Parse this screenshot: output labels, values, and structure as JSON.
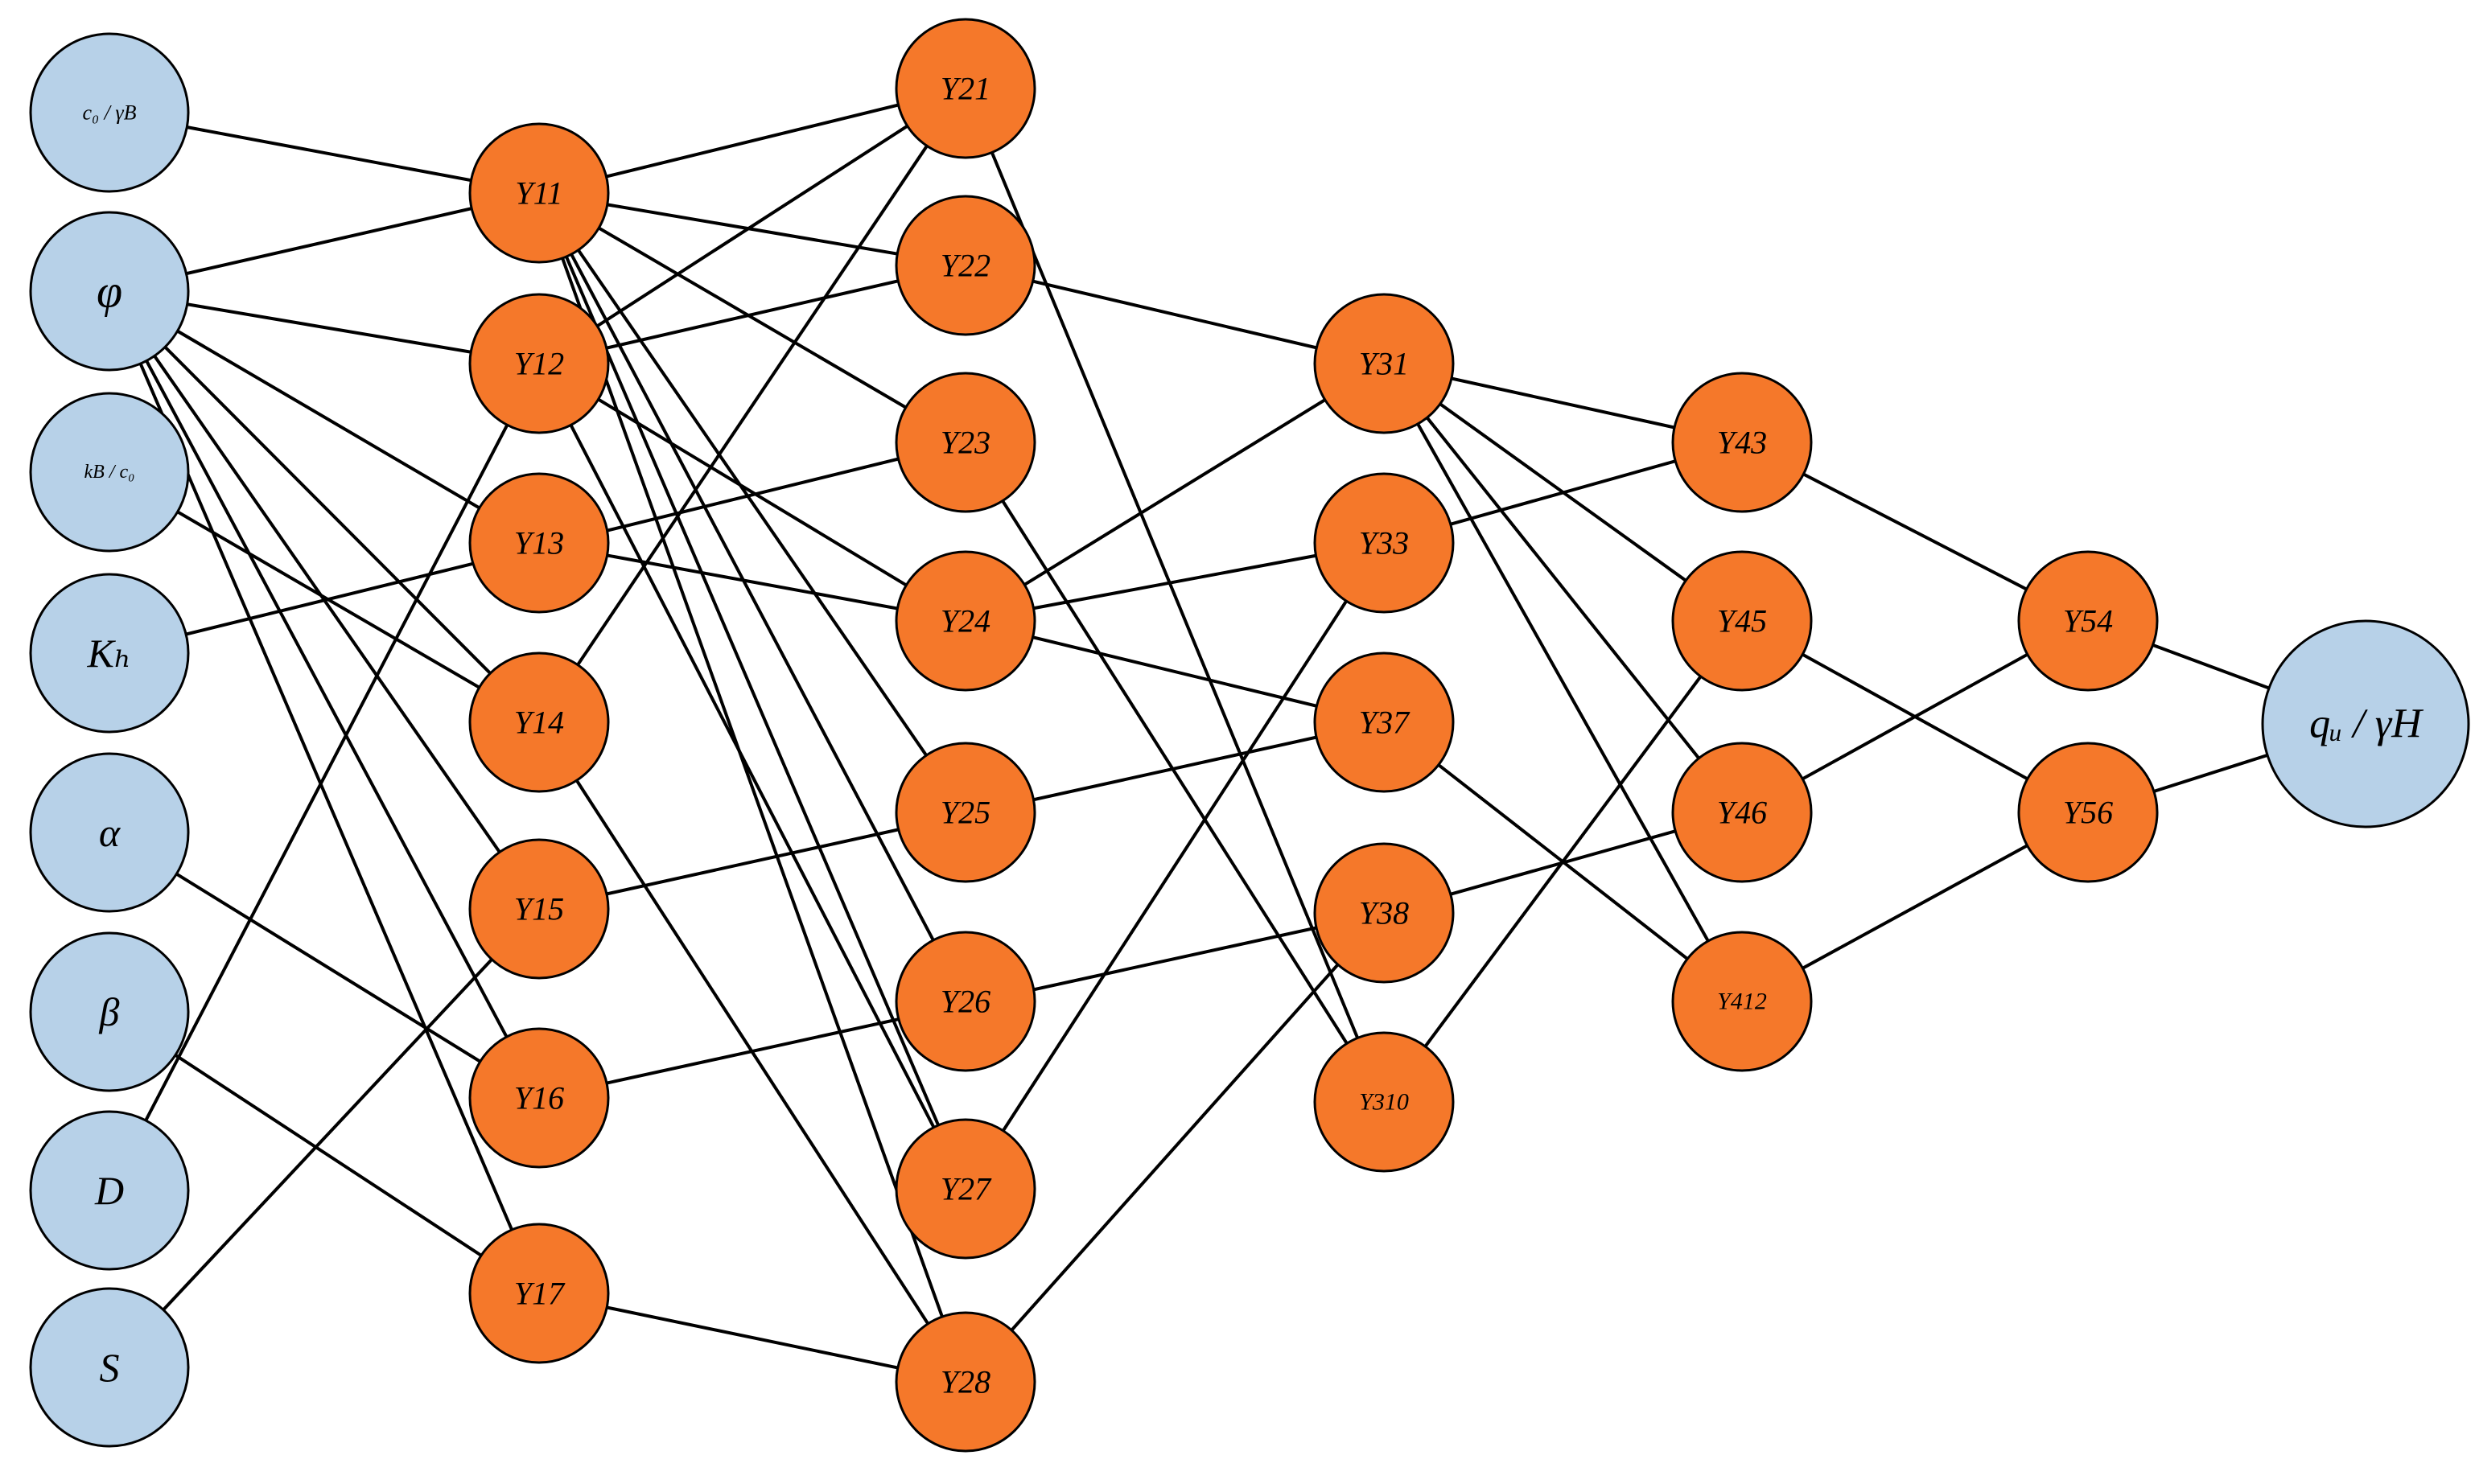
{
  "input_nodes": [
    {
      "id": "c0_gammaB",
      "label": "c₀ / γB"
    },
    {
      "id": "phi",
      "label": "φ"
    },
    {
      "id": "kB_c0",
      "label": "kB / c₀"
    },
    {
      "id": "Kh",
      "label": "Kₕ"
    },
    {
      "id": "alpha",
      "label": "α"
    },
    {
      "id": "beta",
      "label": "β"
    },
    {
      "id": "D",
      "label": "D"
    },
    {
      "id": "S",
      "label": "S"
    }
  ],
  "hidden_layers": [
    {
      "id": "layer1",
      "nodes": [
        "Y11",
        "Y12",
        "Y13",
        "Y14",
        "Y15",
        "Y16",
        "Y17"
      ]
    },
    {
      "id": "layer2",
      "nodes": [
        "Y21",
        "Y22",
        "Y23",
        "Y24",
        "Y25",
        "Y26",
        "Y27",
        "Y28"
      ]
    },
    {
      "id": "layer3",
      "nodes": [
        "Y31",
        "Y33",
        "Y37",
        "Y38",
        "Y310"
      ]
    },
    {
      "id": "layer4",
      "nodes": [
        "Y43",
        "Y45",
        "Y46",
        "Y412"
      ]
    },
    {
      "id": "layer5",
      "nodes": [
        "Y54",
        "Y56"
      ]
    }
  ],
  "output_node": {
    "id": "qu_gammaH",
    "label": "qᵤ / γH"
  },
  "colors": {
    "input": "#b7d1e8",
    "hidden": "#f5782a",
    "line": "#000000"
  },
  "edges": [
    [
      "c0_gammaB",
      "Y11"
    ],
    [
      "phi",
      "Y11"
    ],
    [
      "phi",
      "Y12"
    ],
    [
      "phi",
      "Y13"
    ],
    [
      "phi",
      "Y14"
    ],
    [
      "phi",
      "Y15"
    ],
    [
      "phi",
      "Y16"
    ],
    [
      "phi",
      "Y17"
    ],
    [
      "kB_c0",
      "Y14"
    ],
    [
      "Kh",
      "Y23"
    ],
    [
      "alpha",
      "Y16"
    ],
    [
      "beta",
      "Y17"
    ],
    [
      "D",
      "Y12"
    ],
    [
      "S",
      "Y15"
    ],
    [
      "Y11",
      "Y21"
    ],
    [
      "Y11",
      "Y22"
    ],
    [
      "Y11",
      "Y23"
    ],
    [
      "Y11",
      "Y25"
    ],
    [
      "Y11",
      "Y26"
    ],
    [
      "Y11",
      "Y27"
    ],
    [
      "Y11",
      "Y28"
    ],
    [
      "Y12",
      "Y21"
    ],
    [
      "Y12",
      "Y22"
    ],
    [
      "Y12",
      "Y24"
    ],
    [
      "Y12",
      "Y27"
    ],
    [
      "Y13",
      "Y24"
    ],
    [
      "Y14",
      "Y21"
    ],
    [
      "Y14",
      "Y28"
    ],
    [
      "Y15",
      "Y37"
    ],
    [
      "Y16",
      "Y38"
    ],
    [
      "Y17",
      "Y28"
    ],
    [
      "Y21",
      "Y310"
    ],
    [
      "Y22",
      "Y31"
    ],
    [
      "Y23",
      "Y310"
    ],
    [
      "Y24",
      "Y31"
    ],
    [
      "Y24",
      "Y33"
    ],
    [
      "Y24",
      "Y37"
    ],
    [
      "Y27",
      "Y33"
    ],
    [
      "Y28",
      "Y38"
    ],
    [
      "Y31",
      "Y43"
    ],
    [
      "Y31",
      "Y45"
    ],
    [
      "Y31",
      "Y46"
    ],
    [
      "Y31",
      "Y412"
    ],
    [
      "Y33",
      "Y43"
    ],
    [
      "Y37",
      "Y412"
    ],
    [
      "Y38",
      "Y46"
    ],
    [
      "Y310",
      "Y45"
    ],
    [
      "Y43",
      "Y54"
    ],
    [
      "Y45",
      "Y56"
    ],
    [
      "Y46",
      "Y54"
    ],
    [
      "Y412",
      "Y56"
    ],
    [
      "Y54",
      "qu_gammaH"
    ],
    [
      "Y56",
      "qu_gammaH"
    ]
  ]
}
